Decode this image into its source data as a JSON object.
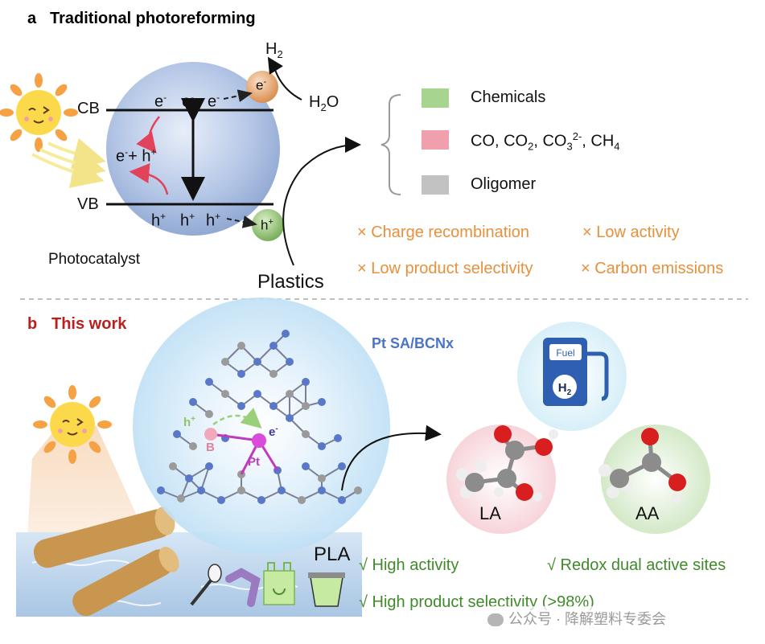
{
  "panel_a": {
    "letter": "a",
    "title": "Traditional photoreforming",
    "cb": "CB",
    "vb": "VB",
    "e_minus": "e",
    "minus_sup": "-",
    "h_plus": "h",
    "plus_sup": "+",
    "pair": {
      "e": "e",
      "minus": "-",
      "plus_word": "+ h",
      "plus": "+"
    },
    "h2": {
      "main": "H",
      "sub": "2"
    },
    "h2o": {
      "main": "H",
      "sub": "2",
      "tail": "O"
    },
    "photocatalyst": "Photocatalyst",
    "plastics": "Plastics",
    "legend": [
      {
        "label": "Chemicals",
        "color": "#a7d58f"
      },
      {
        "label": "CO, CO2, CO32-, CH4",
        "color": "#f0a0ac"
      },
      {
        "label": "Oligomer",
        "color": "#c2c2c2"
      }
    ],
    "legend_co_parts": {
      "a": "CO, CO",
      "sub1": "2",
      "b": ", CO",
      "sub2": "3",
      "sup2": "2-",
      "c": ", CH",
      "sub3": "4"
    },
    "drawbacks": [
      "× Charge recombination",
      "× Low activity",
      "× Low product selectivity",
      "× Carbon emissions"
    ]
  },
  "panel_b": {
    "letter": "b",
    "title": "This work",
    "catalyst": "Pt SA/BCNx",
    "h_plus": "h",
    "plus_sup": "+",
    "e_minus": "e",
    "minus_sup": "-",
    "b_atom": "B",
    "pt_atom": "Pt",
    "fuel": "Fuel",
    "h2": {
      "main": "H",
      "sub": "2"
    },
    "la": "LA",
    "aa": "AA",
    "pla": "PLA",
    "advantages": [
      "√ High activity",
      "√ Redox dual active sites",
      "√ High product selectivity (>98%)"
    ]
  },
  "watermark": "公众号 · 降解塑料专委会",
  "colors": {
    "title_red": "#b81f1f",
    "catalyst_blue": "#4a74c4",
    "orange": "#e8903a",
    "green": "#3f8a2a"
  }
}
